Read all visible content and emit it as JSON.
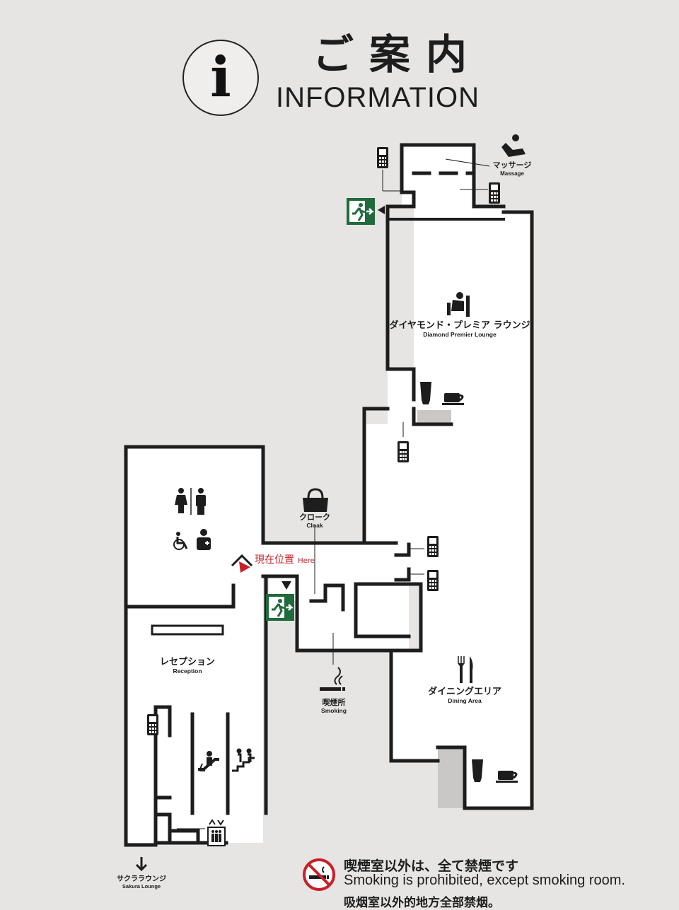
{
  "header": {
    "icon_glyph": "i",
    "title_ja": "ご案内",
    "title_en": "INFORMATION"
  },
  "rooms": {
    "massage": {
      "ja": "マッサージ",
      "en": "Massage"
    },
    "diamond_lounge": {
      "ja": "ダイヤモンド・プレミア ラウンジ",
      "en": "Diamond Premier Lounge"
    },
    "cloak": {
      "ja": "クローク",
      "en": "Cloak"
    },
    "here": {
      "ja": "現在位置",
      "en": "Here"
    },
    "reception": {
      "ja": "レセプション",
      "en": "Reception"
    },
    "smoking": {
      "ja": "喫煙所",
      "en": "Smoking"
    },
    "dining": {
      "ja": "ダイニングエリア",
      "en": "Dining Area"
    },
    "sakura": {
      "ja": "サクララウンジ",
      "en": "Sakura Lounge"
    }
  },
  "notice": {
    "ja": "喫煙室以外は、全て禁煙です",
    "en": "Smoking is prohibited, except smoking room.",
    "zh": "吸烟室以外的地方全部禁烟。"
  },
  "icons": [
    "info-icon",
    "massage-chair-icon",
    "phone-booth-icon",
    "emergency-exit-icon",
    "lounge-chair-icon",
    "drink-glass-icon",
    "coffee-cup-icon",
    "restroom-icon",
    "accessible-icon",
    "nursing-room-icon",
    "cloak-bag-icon",
    "current-location-icon",
    "smoking-icon",
    "dining-cutlery-icon",
    "escalator-icon",
    "stairs-icon",
    "elevator-icon",
    "down-arrow-icon",
    "no-smoking-icon"
  ],
  "colors": {
    "background": "#e6e5e3",
    "floor": "#ffffff",
    "wall": "#1d1d1d",
    "here_red": "#c8202a",
    "exit_green": "#1f6b3b"
  }
}
